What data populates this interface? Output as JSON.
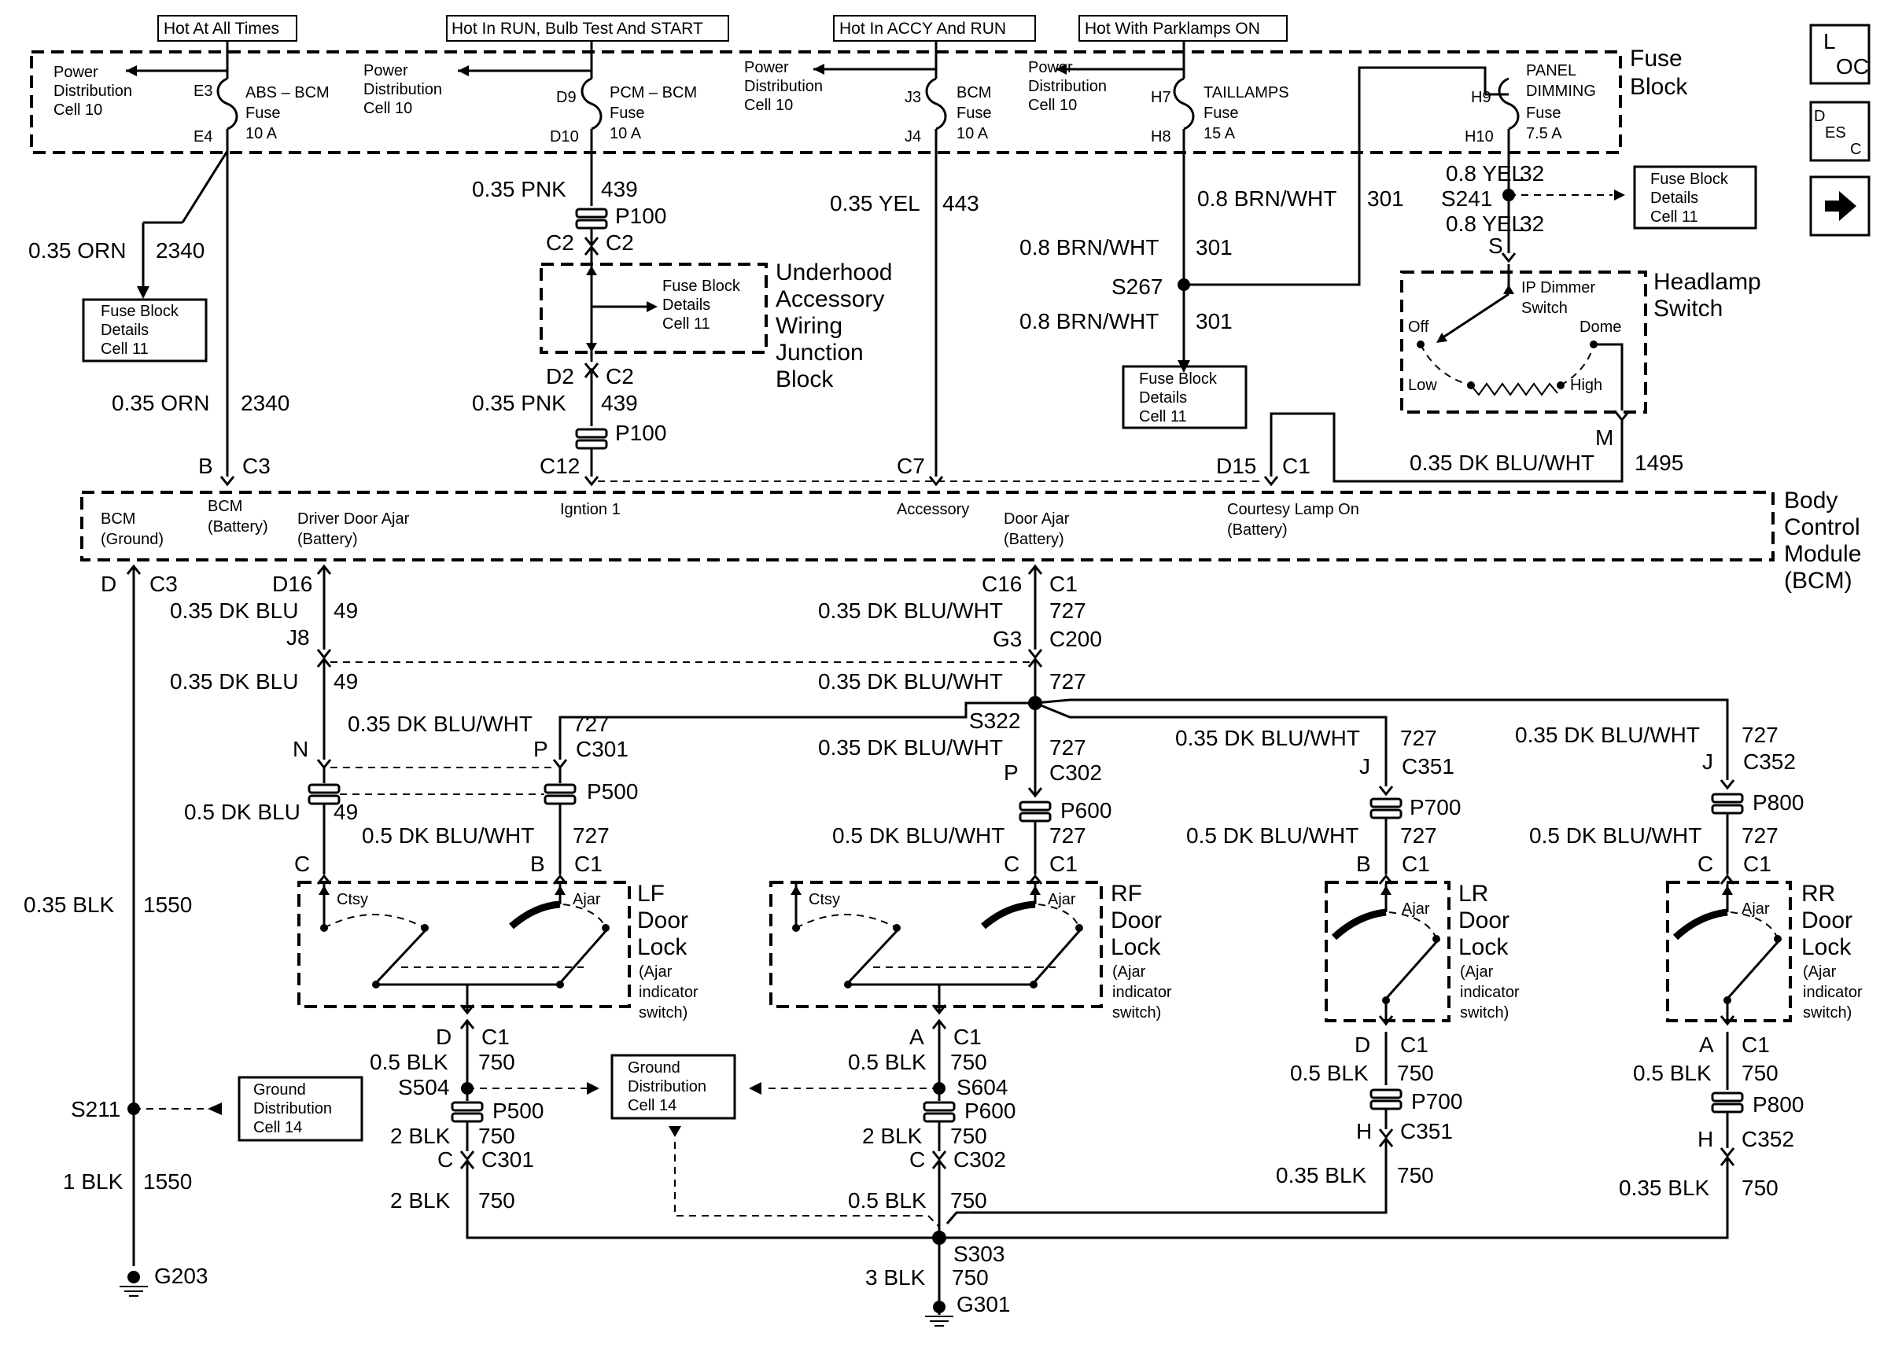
{
  "nav": {
    "loc_top": "L",
    "loc_bottom": "OC",
    "desc_top": "D",
    "desc_mid": "ES",
    "desc_bottom": "C"
  },
  "hot": {
    "always": "Hot At All Times",
    "run": "Hot In RUN, Bulb Test And START",
    "accy": "Hot In ACCY And RUN",
    "park": "Hot With Parklamps ON"
  },
  "fuse_block": {
    "title_line1": "Fuse",
    "title_line2": "Block",
    "power_dist": "Power",
    "power_dist2": "Distribution",
    "power_cell": "Cell 10",
    "fuses": [
      {
        "in": "E3",
        "out": "E4",
        "name1": "ABS – BCM",
        "name2": "Fuse",
        "amps": "10 A"
      },
      {
        "in": "D9",
        "out": "D10",
        "name1": "PCM – BCM",
        "name2": "Fuse",
        "amps": "10 A"
      },
      {
        "in": "J3",
        "out": "J4",
        "name1": "BCM",
        "name2": "Fuse",
        "amps": "10 A"
      },
      {
        "in": "H7",
        "out": "H8",
        "name1": "TAILLAMPS",
        "name2": "Fuse",
        "amps": "15 A"
      },
      {
        "in": "H9",
        "out": "H10",
        "name1": "PANEL",
        "name2": "DIMMING",
        "name3": "Fuse",
        "amps": "7.5 A"
      }
    ]
  },
  "details": {
    "fuse_line1": "Fuse Block",
    "fuse_line2": "Details",
    "fuse_cell": "Cell 11",
    "gnd_line1": "Ground",
    "gnd_line2": "Distribution",
    "gnd_cell": "Cell 14"
  },
  "wires": {
    "orn": "0.35 ORN",
    "orn_ckt": "2340",
    "pnk": "0.35 PNK",
    "pnk_ckt": "439",
    "yel035": "0.35 YEL",
    "yel_ckt": "443",
    "brnwht": "0.8 BRN/WHT",
    "brn_ckt": "301",
    "yel08": "0.8 YEL",
    "yel08_ckt": "32",
    "dkbluwht035": "0.35 DK BLU/WHT",
    "dkbluwht05": "0.5 DK BLU/WHT",
    "dbw_ckt": "727",
    "dbw_hl_ckt": "1495",
    "dkblu035": "0.35 DK BLU",
    "dkblu05": "0.5 DK BLU",
    "db_ckt": "49",
    "blk035": "0.35 BLK",
    "blk05": "0.5 BLK",
    "blk1": "1 BLK",
    "blk2": "2 BLK",
    "blk3": "3 BLK",
    "blk_ckt1550": "1550",
    "blk_ckt750": "750"
  },
  "connectors": {
    "P100": "P100",
    "P500": "P500",
    "P600": "P600",
    "P700": "P700",
    "P800": "P800",
    "C1": "C1",
    "C2": "C2",
    "C3": "C3",
    "C7": "C7",
    "C12": "C12",
    "C200": "C200",
    "C301": "C301",
    "C302": "C302",
    "C351": "C351",
    "C352": "C352",
    "S211": "S211",
    "S241": "S241",
    "S267": "S267",
    "S303": "S303",
    "S322": "S322",
    "S504": "S504",
    "S604": "S604",
    "G203": "G203",
    "G301": "G301"
  },
  "pins": {
    "B": "B",
    "C": "C",
    "D": "D",
    "A": "A",
    "H": "H",
    "J": "J",
    "N": "N",
    "P": "P",
    "M": "M",
    "S": "S",
    "D2": "D2",
    "D15": "D15",
    "D16": "D16",
    "C16": "C16",
    "J8": "J8",
    "G3": "G3"
  },
  "junction": {
    "l1": "Underhood",
    "l2": "Accessory",
    "l3": "Wiring",
    "l4": "Junction",
    "l5": "Block"
  },
  "headlamp": {
    "title1": "Headlamp",
    "title2": "Switch",
    "dimmer1": "IP Dimmer",
    "dimmer2": "Switch",
    "off": "Off",
    "dome": "Dome",
    "low": "Low",
    "high": "High"
  },
  "bcm": {
    "title1": "Body",
    "title2": "Control",
    "title3": "Module",
    "title4": "(BCM)",
    "ground1": "BCM",
    "ground2": "(Ground)",
    "battery1": "BCM",
    "battery2": "(Battery)",
    "driver1": "Driver Door Ajar",
    "driver2": "(Battery)",
    "ign": "Igntion 1",
    "acc": "Accessory",
    "ajar1": "Door Ajar",
    "ajar2": "(Battery)",
    "courtesy1": "Courtesy Lamp On",
    "courtesy2": "(Battery)"
  },
  "locks": {
    "ctsy": "Ctsy",
    "ajar": "Ajar",
    "door": "Door",
    "lock": "Lock",
    "note1": "(Ajar",
    "note2": "indicator",
    "note3": "switch)",
    "lf": "LF",
    "rf": "RF",
    "lr": "LR",
    "rr": "RR"
  }
}
